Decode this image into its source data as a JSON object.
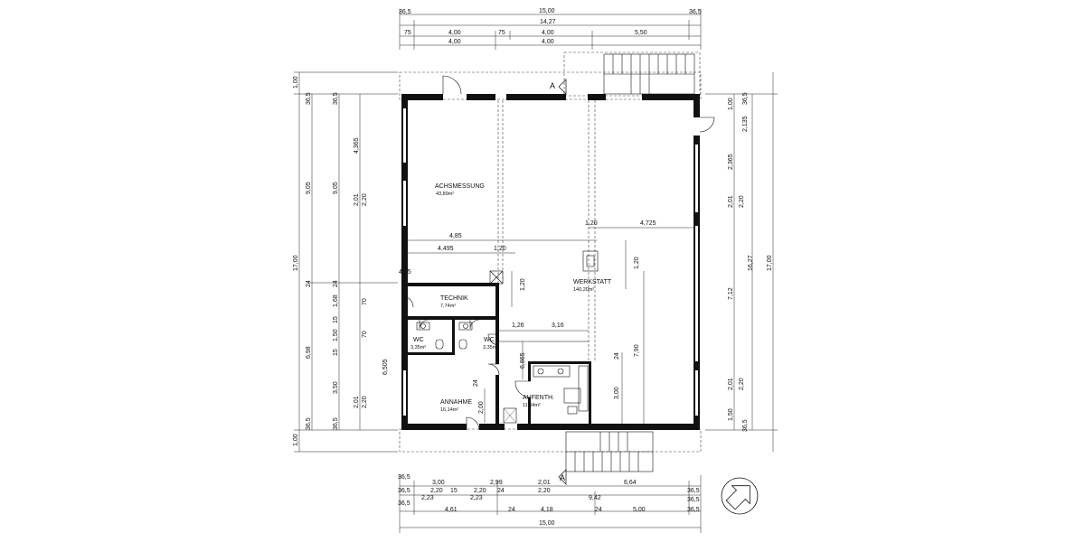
{
  "rooms": {
    "achsmessung": {
      "name": "ACHSMESSUNG",
      "area": "43,89m²"
    },
    "werkstatt": {
      "name": "WERKSTATT",
      "area": "140,20m²"
    },
    "technik": {
      "name": "TECHNIK",
      "area": "7,74m²"
    },
    "wc1": {
      "name": "WC",
      "area": "3,35m²"
    },
    "wc2": {
      "name": "WC",
      "area": "3,35m²"
    },
    "annahme": {
      "name": "ANNAHME",
      "area": "16,14m²"
    },
    "aufenth": {
      "name": "AUFENTH.",
      "area": "11,04m²"
    }
  },
  "section_marks": {
    "top": "A",
    "bottom": "A"
  },
  "dims": {
    "top_total": "15,00",
    "top_inner": "14,27",
    "top_edge_l": "36,5",
    "top_edge_r": "36,5",
    "top_row3": [
      "75",
      "4,00",
      "75",
      "4,00",
      "5,50"
    ],
    "top_row4": [
      "4,00",
      "4,00"
    ],
    "left_outer_top": "1,00",
    "left_outer_total": "17,00",
    "left_outer_bot": "1,00",
    "left_a": [
      "36,5",
      "9,05",
      "24",
      "6,98",
      "36,5"
    ],
    "left_b": [
      "36,5",
      "9,05",
      "24",
      "1,68",
      "15",
      "1,50",
      "15",
      "3,50",
      "36,5"
    ],
    "left_c": [
      "4,365",
      "2,01",
      "2,20",
      "2,01",
      "2,20"
    ],
    "left_d": [
      "70",
      "70",
      "6,505"
    ],
    "right_outer_top": "1,00",
    "right_outer_total": "17,00",
    "right_a": [
      "36,5",
      "2,135",
      "2,365",
      "2,01",
      "2,20",
      "7,12",
      "2,01",
      "2,20",
      "1,50",
      "36,5"
    ],
    "right_b": "16,27",
    "interior": {
      "d485": "4,85",
      "d4495": "4,495",
      "d120a": "1,20",
      "d465": "46,5",
      "d120b": "1,20",
      "d120c": "1,20",
      "d4725": "4,725",
      "d120d": "1,20",
      "d126": "1,26",
      "d316": "3,16",
      "d6865": "6,865",
      "d24a": "24",
      "d24b": "24",
      "d200": "2,00",
      "d300": "3,00",
      "d790": "7,90"
    },
    "bottom_row1": [
      "36,5",
      "3,00",
      "2,99",
      "2,01",
      "6,64",
      "36,5"
    ],
    "bottom_row2": [
      "36,5",
      "2,20",
      "15",
      "2,20",
      "24",
      "2,20",
      "9,42",
      "36,5"
    ],
    "bottom_row2b": [
      "2,23",
      "2,23"
    ],
    "bottom_row3": [
      "36,5",
      "4,61",
      "24",
      "4,18",
      "24",
      "5,00",
      "36,5"
    ],
    "bottom_total": "15,00"
  }
}
